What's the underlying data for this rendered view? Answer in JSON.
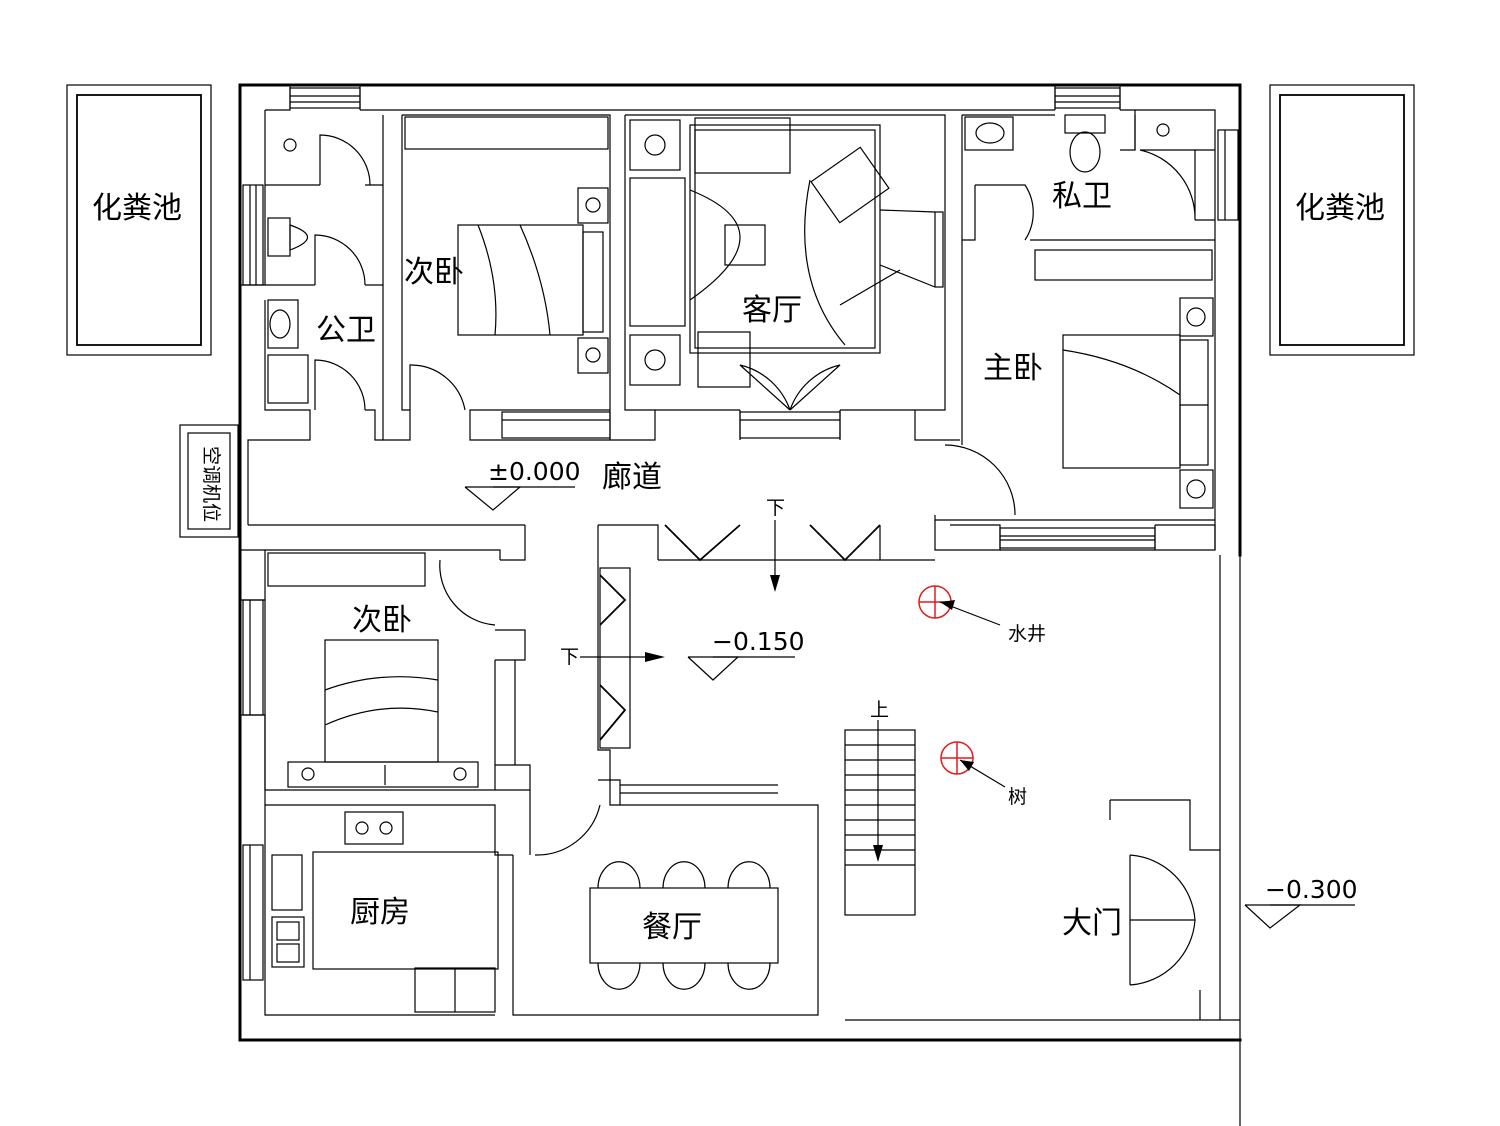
{
  "labels": {
    "septic_left": "化粪池",
    "septic_right": "化粪池",
    "public_bath": "公卫",
    "bedroom_upper": "次卧",
    "living_room": "客厅",
    "private_bath": "私卫",
    "master_bedroom": "主卧",
    "corridor": "廊道",
    "ac_unit": "空调机位",
    "bedroom_lower": "次卧",
    "water_well": "水井",
    "tree": "树",
    "kitchen": "厨房",
    "dining": "餐厅",
    "main_gate": "大门",
    "stair_down_1": "下",
    "stair_down_2": "下",
    "stair_up": "上"
  },
  "levels": {
    "corridor_level": "±0.000",
    "yard_level": "−0.150",
    "outside_level": "−0.300"
  },
  "colors": {
    "lines": "#000000",
    "markers": "#e31b1b",
    "background": "#ffffff"
  }
}
